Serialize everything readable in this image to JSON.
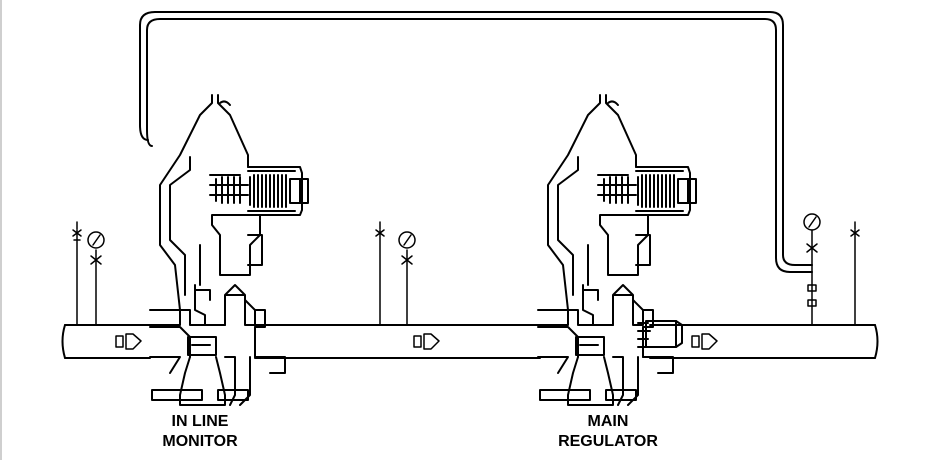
{
  "labels": {
    "monitor_line1": "IN LINE",
    "monitor_line2": "MONITOR",
    "main_line1": "MAIN",
    "main_line2": "REGULATOR"
  },
  "colors": {
    "stroke": "#000000",
    "background": "#ffffff",
    "frame": "#cfcfcf"
  },
  "icons": [
    "flow-arrow-icon",
    "pressure-gauge-icon",
    "needle-valve-icon",
    "vent-icon"
  ]
}
